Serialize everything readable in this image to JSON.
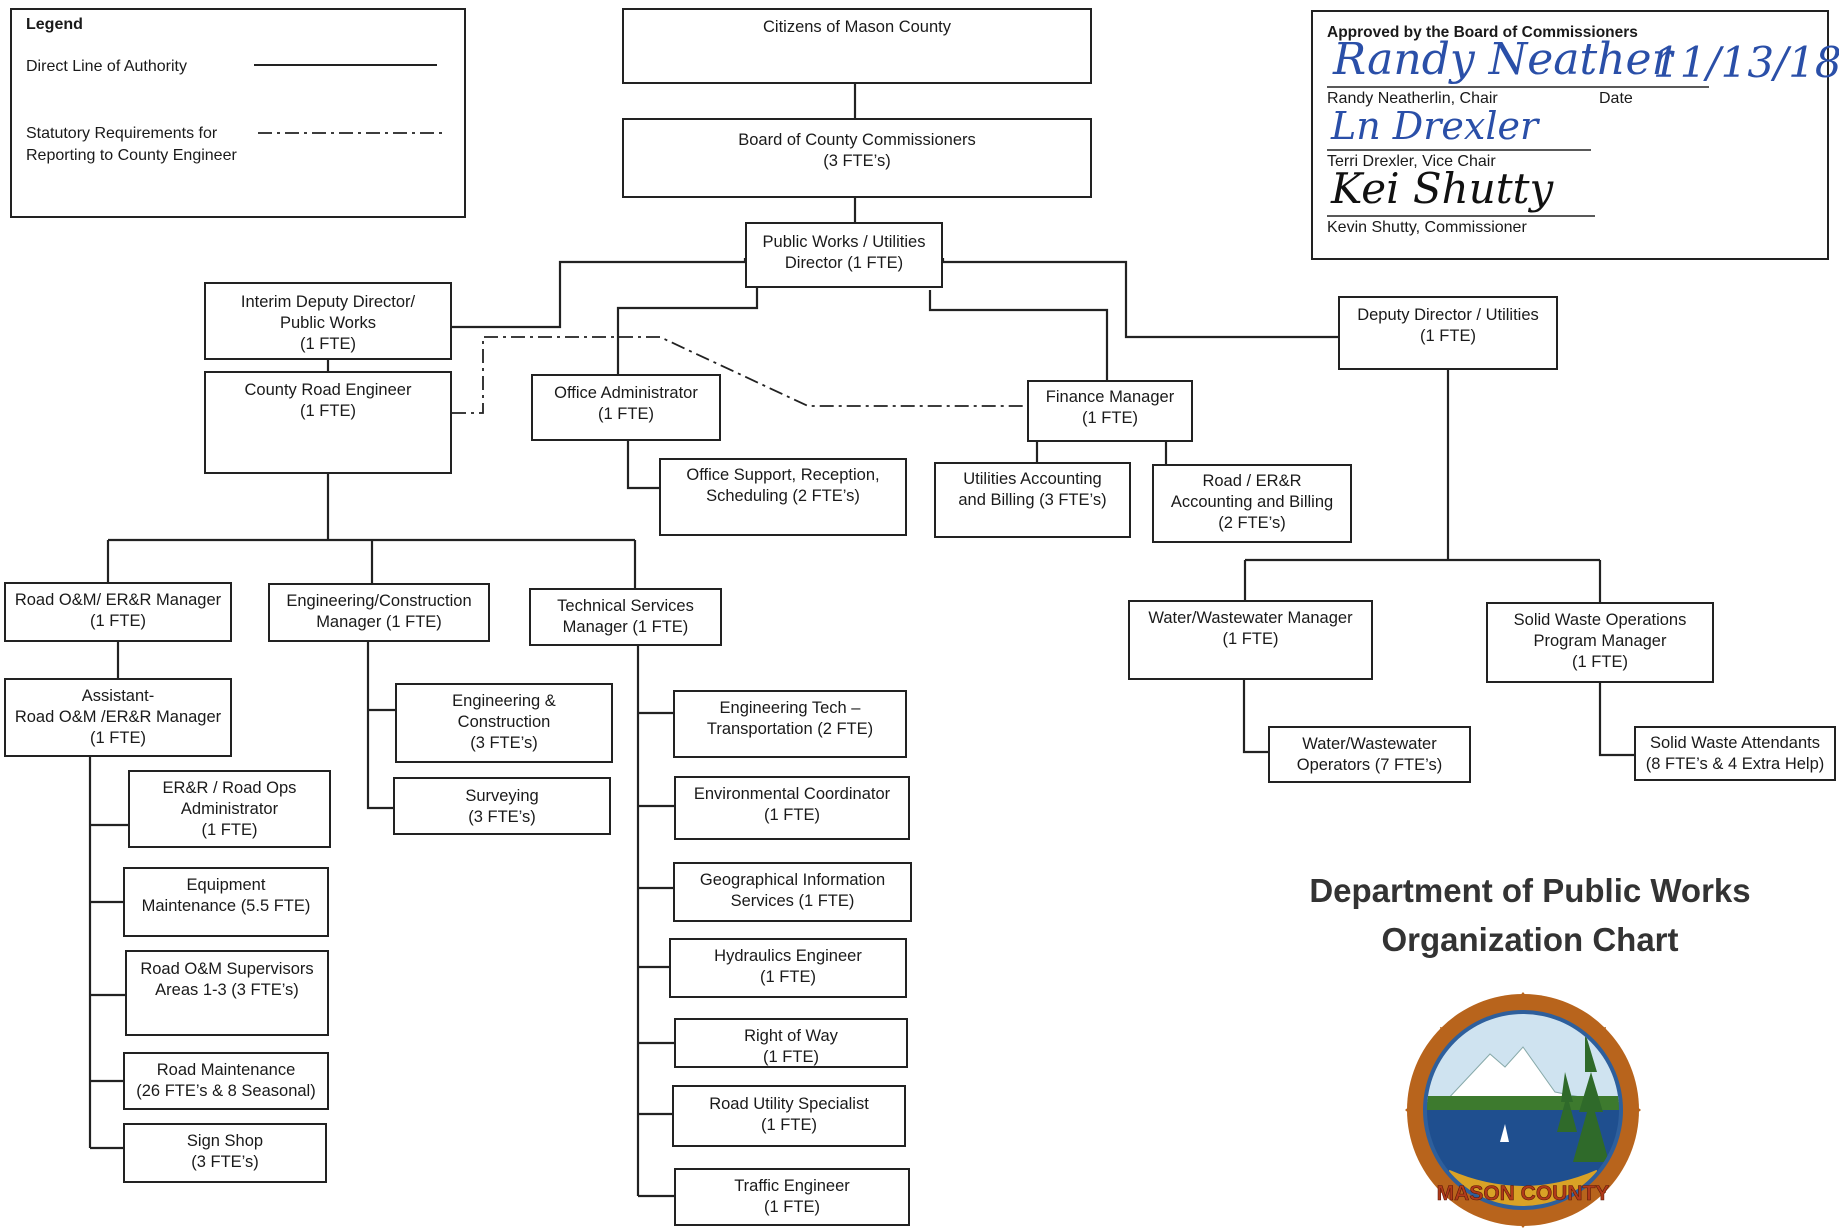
{
  "legend": {
    "title": "Legend",
    "direct_line_label": "Direct Line of Authority",
    "statutory_label": "Statutory Requirements for\nReporting to County Engineer"
  },
  "approval": {
    "heading": "Approved by the Board of Commissioners",
    "chair": "Randy Neatherlin, Chair",
    "date_label": "Date",
    "vice_chair": "Terri Drexler, Vice Chair",
    "commissioner": "Kevin Shutty, Commissioner",
    "date_written": "11/13/18"
  },
  "title": {
    "line1": "Department of Public Works",
    "line2": "Organization Chart"
  },
  "logo_text": "MASON COUNTY",
  "boxes": {
    "citizens": "Citizens of Mason County",
    "board": "Board of County Commissioners\n(3 FTE’s)",
    "director": "Public Works / Utilities\nDirector (1 FTE)",
    "interim_deputy": "Interim Deputy Director/\nPublic Works\n(1 FTE)",
    "county_road_engineer": "County Road Engineer\n(1 FTE)",
    "office_admin": "Office Administrator\n(1 FTE)",
    "office_support": "Office Support, Reception,\nScheduling (2 FTE’s)",
    "finance_manager": "Finance Manager\n(1 FTE)",
    "utilities_accounting": "Utilities Accounting\nand Billing (3 FTE’s)",
    "road_err_accounting": "Road / ER&R\nAccounting and Billing\n(2 FTE’s)",
    "deputy_utilities": "Deputy Director / Utilities\n(1 FTE)",
    "road_om_manager": "Road O&M/ ER&R Manager\n(1 FTE)",
    "eng_const_manager": "Engineering/Construction\nManager (1 FTE)",
    "tech_services_manager": "Technical Services\nManager (1 FTE)",
    "asst_road_om": "Assistant-\nRoad O&M /ER&R Manager\n(1 FTE)",
    "err_road_ops": "ER&R / Road Ops\nAdministrator\n(1 FTE)",
    "equipment_maint": "Equipment\nMaintenance (5.5 FTE)",
    "road_om_supervisors": "Road O&M Supervisors\nAreas 1-3 (3 FTE’s)",
    "road_maintenance": "Road Maintenance\n(26 FTE’s & 8 Seasonal)",
    "sign_shop": "Sign Shop\n(3 FTE’s)",
    "eng_construction": "Engineering &\nConstruction\n(3 FTE’s)",
    "surveying": "Surveying\n(3 FTE’s)",
    "eng_tech": "Engineering Tech –\nTransportation (2 FTE)",
    "env_coord": "Environmental Coordinator\n(1 FTE)",
    "gis": "Geographical Information\nServices (1 FTE)",
    "hydraulics": "Hydraulics Engineer\n(1 FTE)",
    "right_of_way": "Right of Way\n(1 FTE)",
    "road_utility": "Road Utility Specialist\n(1 FTE)",
    "traffic": "Traffic Engineer\n(1 FTE)",
    "ww_manager": "Water/Wastewater Manager\n(1 FTE)",
    "solid_waste_manager": "Solid Waste Operations\nProgram Manager\n(1 FTE)",
    "ww_operators": "Water/Wastewater\nOperators (7 FTE’s)",
    "sw_attendants": "Solid Waste Attendants\n(8 FTE’s & 4 Extra Help)"
  }
}
